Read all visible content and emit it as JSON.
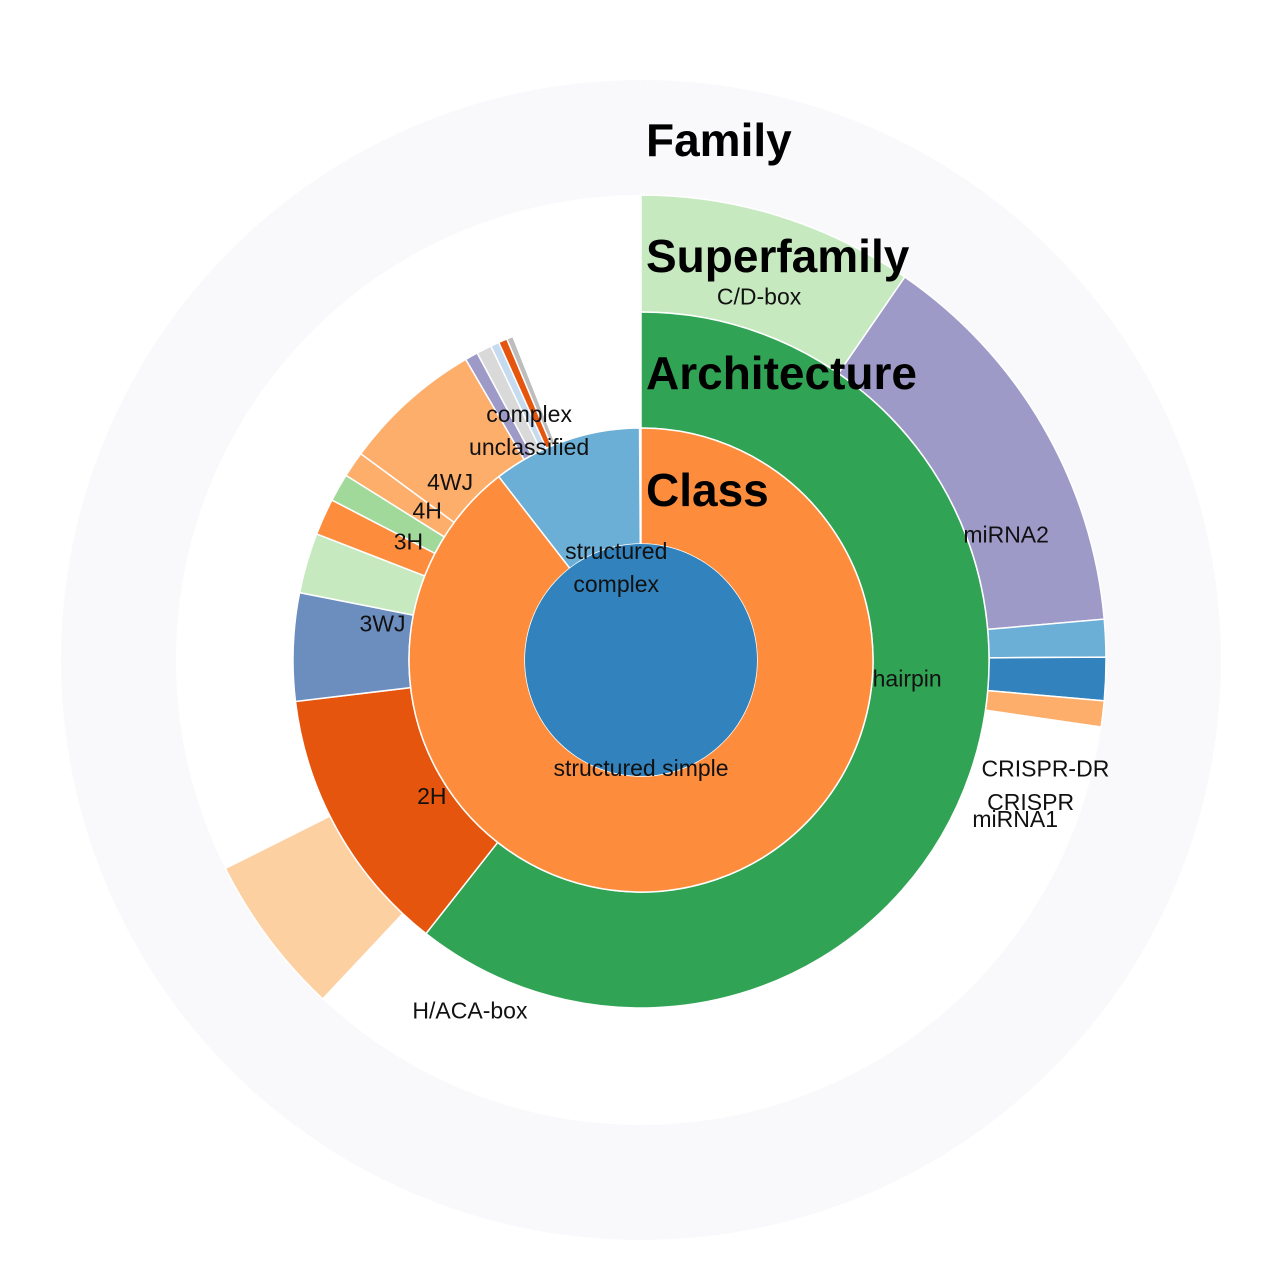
{
  "chart_data": {
    "type": "sunburst",
    "ring_titles": [
      {
        "ring": "class",
        "text": "Class"
      },
      {
        "ring": "architecture",
        "text": "Architecture"
      },
      {
        "ring": "superfamily",
        "text": "Superfamily"
      },
      {
        "ring": "family",
        "text": "Family"
      }
    ],
    "rings": {
      "class": [
        {
          "name": "structured simple",
          "share": 0.895,
          "color": "#fd8d3c",
          "labelLines": [
            "structured simple"
          ],
          "labelPlace": {
            "angle": 180,
            "r": 0.62
          }
        },
        {
          "name": "structured complex",
          "share": 0.104,
          "color": "#6baed6",
          "labelLines": [
            "structured",
            "complex"
          ],
          "labelPlace": {
            "angle": 345,
            "r": 0.55
          }
        }
      ],
      "architecture": [
        {
          "name": "hairpin",
          "share": 0.606,
          "color": "#31a354",
          "labelLines": [
            "hairpin"
          ],
          "labelPlace": {
            "angle": 94,
            "r": 0.92
          }
        },
        {
          "name": "2H",
          "share": 0.125,
          "color": "#e6550d",
          "labelLines": [
            "2H"
          ],
          "labelPlace": {
            "angle": 237,
            "r": 0.86
          }
        },
        {
          "name": "3WJ",
          "share": 0.05,
          "color": "#6c8ebf",
          "labelLines": [
            "3WJ"
          ],
          "labelPlace": {
            "angle": 278,
            "r": 0.9
          }
        },
        {
          "name": "3H",
          "share": 0.028,
          "color": "#c7e9c0",
          "labelLines": [
            "3H"
          ],
          "labelPlace": {
            "angle": 297,
            "r": 0.9
          }
        },
        {
          "name": "4H",
          "share": 0.017,
          "color": "#fd8d3c",
          "labelLines": [
            "4H"
          ],
          "labelPlace": {
            "angle": 305,
            "r": 0.9
          }
        },
        {
          "name": "4WJ",
          "share": 0.013,
          "color": "#a1d99b",
          "labelLines": [
            "4WJ"
          ],
          "labelPlace": {
            "angle": 313,
            "r": 0.9
          }
        },
        {
          "name": "",
          "share": 0.012,
          "color": "#fdae6b",
          "labelLines": []
        },
        {
          "name": "complex unclassified",
          "share": 0.065,
          "color": "#fdae6b",
          "labelLines": [
            "complex",
            "unclassified"
          ],
          "labelPlace": {
            "angle": 334,
            "r": 0.88
          }
        },
        {
          "name": "",
          "share": 0.006,
          "color": "#9e9ac8",
          "labelLines": []
        },
        {
          "name": "",
          "share": 0.007,
          "color": "#d9d9d9",
          "labelLines": []
        },
        {
          "name": "",
          "share": 0.004,
          "color": "#c6dbef",
          "labelLines": []
        },
        {
          "name": "",
          "share": 0.004,
          "color": "#e6550d",
          "labelLines": []
        },
        {
          "name": "",
          "share": 0.003,
          "color": "#bdbdbd",
          "labelLines": []
        }
      ],
      "superfamily": [
        {
          "name": "C/D-box",
          "share": 0.096,
          "color": "#c7e9c0",
          "labelLines": [
            "C/D-box"
          ],
          "labelPlace": {
            "angle": 18,
            "r": 0.94
          }
        },
        {
          "name": "miRNA2",
          "share": 0.14,
          "color": "#9e9ac8",
          "labelLines": [
            "miRNA2"
          ],
          "labelPlace": {
            "angle": 71,
            "r": 0.95
          }
        },
        {
          "name": "CRISPR-DR",
          "share": 0.013,
          "color": "#6baed6",
          "labelLines": [
            "CRISPR-DR"
          ],
          "labelPlace": {
            "angle": 105,
            "r": 1.03
          }
        },
        {
          "name": "CRISPR",
          "share": 0.015,
          "color": "#3182bd",
          "labelLines": [
            "CRISPR"
          ],
          "labelPlace": {
            "angle": 110,
            "r": 1.02
          }
        },
        {
          "name": "miRNA1",
          "share": 0.009,
          "color": "#fdae6b",
          "labelLines": [
            "miRNA1"
          ],
          "labelPlace": {
            "angle": 113,
            "r": 1.0
          }
        },
        {
          "name": "",
          "share": 0.347,
          "color": "none",
          "labelLines": []
        },
        {
          "name": "H/ACA-box",
          "share": 0.056,
          "color": "#fdd0a2",
          "labelLines": [
            "H/ACA-box"
          ],
          "labelPlace": {
            "angle": 206,
            "r": 0.96
          }
        },
        {
          "name": "",
          "share": 0.324,
          "color": "none",
          "labelLines": []
        }
      ]
    },
    "colors": {
      "center": "#3182bd",
      "family_ring_tint": "#f4f4f8"
    }
  }
}
